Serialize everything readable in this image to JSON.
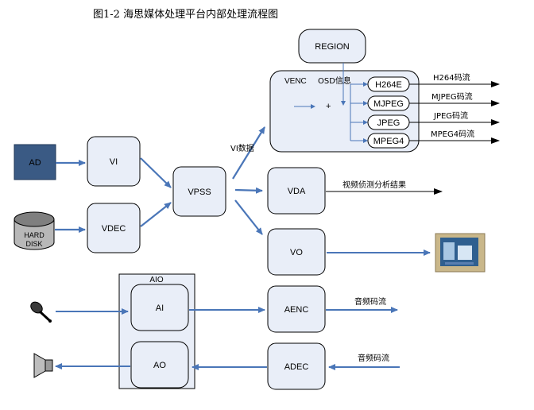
{
  "title": "图1-2  海思媒体处理平台内部处理流程图",
  "modules": {
    "region": "REGION",
    "venc": "VENC",
    "osd": "OSD信息",
    "plus": "+",
    "h264e": "H264E",
    "mjpeg": "MJPEG",
    "jpeg": "JPEG",
    "mpeg4": "MPEG4",
    "ad": "AD",
    "vi": "VI",
    "vpss": "VPSS",
    "vda": "VDA",
    "vo": "VO",
    "vdec": "VDEC",
    "hard_disk_line1": "HARD",
    "hard_disk_line2": "DISK",
    "aio": "AIO",
    "ai": "AI",
    "ao": "AO",
    "aenc": "AENC",
    "adec": "ADEC"
  },
  "labels": {
    "h264_stream": "H264码流",
    "mjpeg_stream": "MJPEG码流",
    "jpeg_stream": "JPEG码流",
    "mpeg4_stream": "MPEG4码流",
    "vi_data": "VI数据",
    "vda_result": "视频侦测分析结果",
    "audio_stream_out": "音频码流",
    "audio_stream_in": "音频码流"
  },
  "colors": {
    "box_fill": "#e9eef8",
    "ad_fill": "#3a5a84",
    "arrow_blue": "#4a76b8",
    "line_black": "#000000"
  },
  "icons": {
    "microphone": "microphone-icon",
    "speaker": "speaker-icon",
    "monitor": "monitor-icon",
    "hard_disk": "hard-disk-icon"
  }
}
